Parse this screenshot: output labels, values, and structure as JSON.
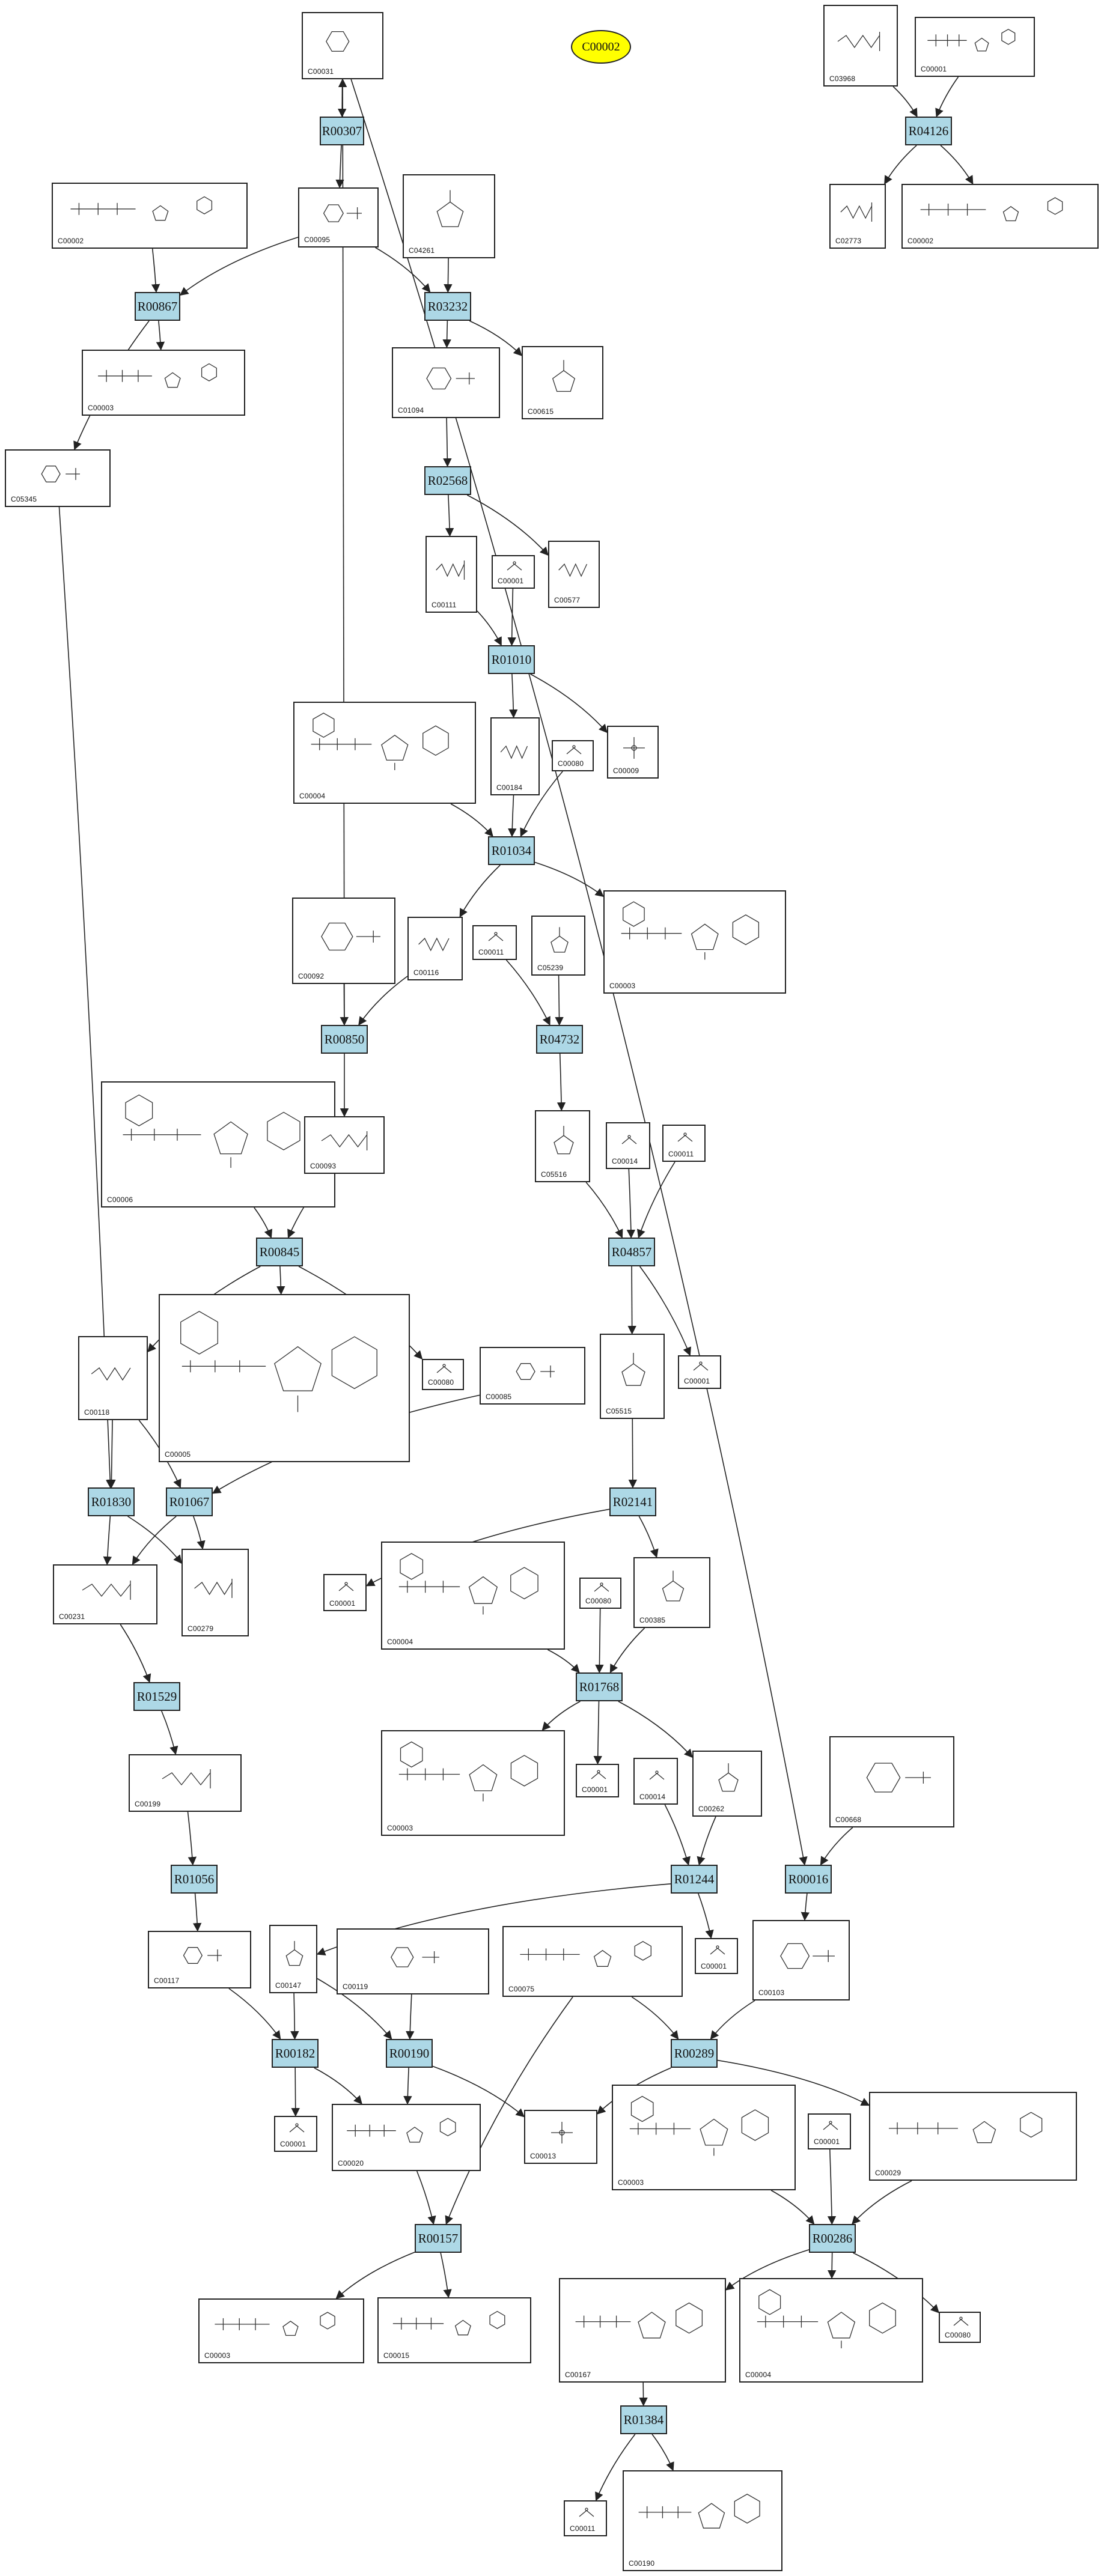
{
  "compounds": [
    {
      "id": "c_C00031_top",
      "label": "C00031",
      "mol": "sugar"
    },
    {
      "id": "c_C03968",
      "label": "C03968",
      "mol": "lipid"
    },
    {
      "id": "c_C00001_top",
      "label": "C00001",
      "mol": "nucleotide"
    },
    {
      "id": "c_C02773",
      "label": "C02773",
      "mol": "lipid"
    },
    {
      "id": "c_C00002_r",
      "label": "C00002",
      "mol": "nucleotide"
    },
    {
      "id": "c_C00002_l",
      "label": "C00002",
      "mol": "nucleotide"
    },
    {
      "id": "c_C00095",
      "label": "C00095",
      "mol": "sugarP"
    },
    {
      "id": "c_C04261",
      "label": "C04261",
      "mol": "peptide"
    },
    {
      "id": "c_C00003_a",
      "label": "C00003",
      "mol": "nucleotide"
    },
    {
      "id": "c_C01094",
      "label": "C01094",
      "mol": "sugarP"
    },
    {
      "id": "c_C00615",
      "label": "C00615",
      "mol": "peptide"
    },
    {
      "id": "c_C05345",
      "label": "C05345",
      "mol": "sugarP"
    },
    {
      "id": "c_C00111",
      "label": "C00111",
      "mol": "chainP"
    },
    {
      "id": "c_C00001_b",
      "label": "C00001",
      "mol": "water"
    },
    {
      "id": "c_C00577",
      "label": "C00577",
      "mol": "chain"
    },
    {
      "id": "c_C00004_a",
      "label": "C00004",
      "mol": "dinucleotide"
    },
    {
      "id": "c_C00184",
      "label": "C00184",
      "mol": "chain"
    },
    {
      "id": "c_C00080_a",
      "label": "C00080",
      "mol": "proton"
    },
    {
      "id": "c_C00009",
      "label": "C00009",
      "mol": "phosphate"
    },
    {
      "id": "c_C00092",
      "label": "C00092",
      "mol": "sugarP"
    },
    {
      "id": "c_C00116",
      "label": "C00116",
      "mol": "chain"
    },
    {
      "id": "c_C00011_a",
      "label": "C00011",
      "mol": "co2"
    },
    {
      "id": "c_C05239",
      "label": "C05239",
      "mol": "ring"
    },
    {
      "id": "c_C00003_b",
      "label": "C00003",
      "mol": "dinucleotide"
    },
    {
      "id": "c_C00006",
      "label": "C00006",
      "mol": "dinucleotide"
    },
    {
      "id": "c_C00093",
      "label": "C00093",
      "mol": "chainP"
    },
    {
      "id": "c_C05516",
      "label": "C05516",
      "mol": "ring"
    },
    {
      "id": "c_C00014_a",
      "label": "C00014",
      "mol": "ammonia"
    },
    {
      "id": "c_C00011_b",
      "label": "C00011",
      "mol": "co2"
    },
    {
      "id": "c_C00118",
      "label": "C00118",
      "mol": "chain"
    },
    {
      "id": "c_C00005",
      "label": "C00005",
      "mol": "dinucleotide"
    },
    {
      "id": "c_C00080_b",
      "label": "C00080",
      "mol": "proton"
    },
    {
      "id": "c_C00085",
      "label": "C00085",
      "mol": "sugarP"
    },
    {
      "id": "c_C05515",
      "label": "C05515",
      "mol": "ring"
    },
    {
      "id": "c_C00001_c",
      "label": "C00001",
      "mol": "water"
    },
    {
      "id": "c_C00231",
      "label": "C00231",
      "mol": "chainP"
    },
    {
      "id": "c_C00279",
      "label": "C00279",
      "mol": "chainP"
    },
    {
      "id": "c_C00001_d",
      "label": "C00001",
      "mol": "water"
    },
    {
      "id": "c_C00004_b",
      "label": "C00004",
      "mol": "dinucleotide"
    },
    {
      "id": "c_C00080_c",
      "label": "C00080",
      "mol": "proton"
    },
    {
      "id": "c_C00385",
      "label": "C00385",
      "mol": "ring"
    },
    {
      "id": "c_C00199",
      "label": "C00199",
      "mol": "chainP"
    },
    {
      "id": "c_C00003_c",
      "label": "C00003",
      "mol": "dinucleotide"
    },
    {
      "id": "c_C00001_e",
      "label": "C00001",
      "mol": "water"
    },
    {
      "id": "c_C00014_b",
      "label": "C00014",
      "mol": "ammonia"
    },
    {
      "id": "c_C00262",
      "label": "C00262",
      "mol": "ring"
    },
    {
      "id": "c_C00668",
      "label": "C00668",
      "mol": "sugarP"
    },
    {
      "id": "c_C00117",
      "label": "C00117",
      "mol": "sugarP"
    },
    {
      "id": "c_C00147",
      "label": "C00147",
      "mol": "ring"
    },
    {
      "id": "c_C00119",
      "label": "C00119",
      "mol": "sugarP"
    },
    {
      "id": "c_C00075",
      "label": "C00075",
      "mol": "nucleotide"
    },
    {
      "id": "c_C00001_f",
      "label": "C00001",
      "mol": "water"
    },
    {
      "id": "c_C00103",
      "label": "C00103",
      "mol": "sugarP"
    },
    {
      "id": "c_C00001_g",
      "label": "C00001",
      "mol": "water"
    },
    {
      "id": "c_C00020",
      "label": "C00020",
      "mol": "nucleotide"
    },
    {
      "id": "c_C00013",
      "label": "C00013",
      "mol": "phosphate"
    },
    {
      "id": "c_C00003_d",
      "label": "C00003",
      "mol": "dinucleotide"
    },
    {
      "id": "c_C00001_h",
      "label": "C00001",
      "mol": "water"
    },
    {
      "id": "c_C00029",
      "label": "C00029",
      "mol": "nucleotide"
    },
    {
      "id": "c_C00167",
      "label": "C00167",
      "mol": "nucleotide"
    },
    {
      "id": "c_C00004_c",
      "label": "C00004",
      "mol": "dinucleotide"
    },
    {
      "id": "c_C00080_d",
      "label": "C00080",
      "mol": "proton"
    },
    {
      "id": "c_C00003_e",
      "label": "C00003",
      "mol": "nucleotide"
    },
    {
      "id": "c_C00015",
      "label": "C00015",
      "mol": "nucleotide"
    },
    {
      "id": "c_C00011_c",
      "label": "C00011",
      "mol": "co2"
    },
    {
      "id": "c_C00190",
      "label": "C00190",
      "mol": "nucleotide"
    }
  ],
  "reactions": [
    {
      "id": "r_R00307",
      "label": "R00307"
    },
    {
      "id": "r_R04126",
      "label": "R04126"
    },
    {
      "id": "r_R00867",
      "label": "R00867"
    },
    {
      "id": "r_R03232",
      "label": "R03232"
    },
    {
      "id": "r_R02568",
      "label": "R02568"
    },
    {
      "id": "r_R01010",
      "label": "R01010"
    },
    {
      "id": "r_R01034",
      "label": "R01034"
    },
    {
      "id": "r_R00850",
      "label": "R00850"
    },
    {
      "id": "r_R04732",
      "label": "R04732"
    },
    {
      "id": "r_R00845",
      "label": "R00845"
    },
    {
      "id": "r_R04857",
      "label": "R04857"
    },
    {
      "id": "r_R01830",
      "label": "R01830"
    },
    {
      "id": "r_R01067",
      "label": "R01067"
    },
    {
      "id": "r_R02141",
      "label": "R02141"
    },
    {
      "id": "r_R01768",
      "label": "R01768"
    },
    {
      "id": "r_R01529",
      "label": "R01529"
    },
    {
      "id": "r_R01056",
      "label": "R01056"
    },
    {
      "id": "r_R01244",
      "label": "R01244"
    },
    {
      "id": "r_R00016",
      "label": "R00016"
    },
    {
      "id": "r_R00182",
      "label": "R00182"
    },
    {
      "id": "r_R00190",
      "label": "R00190"
    },
    {
      "id": "r_R00289",
      "label": "R00289"
    },
    {
      "id": "r_R00157",
      "label": "R00157"
    },
    {
      "id": "r_R00286",
      "label": "R00286"
    },
    {
      "id": "r_R01384",
      "label": "R01384"
    }
  ],
  "highlight": {
    "id": "e_C00002",
    "label": "C00002",
    "fill": "#ffff00"
  },
  "colors": {
    "reaction_fill": "#add8e6",
    "stroke": "#222222"
  },
  "edges": [
    [
      "c_C00031_top",
      "r_R00307"
    ],
    [
      "r_R00307",
      "c_C00095"
    ],
    [
      "c_C03968",
      "r_R04126"
    ],
    [
      "c_C00001_top",
      "r_R04126"
    ],
    [
      "r_R04126",
      "c_C02773"
    ],
    [
      "r_R04126",
      "c_C00002_r"
    ],
    [
      "c_C00002_l",
      "r_R00867"
    ],
    [
      "c_C00095",
      "r_R00867"
    ],
    [
      "r_R00867",
      "c_C00003_a"
    ],
    [
      "r_R00867",
      "c_C05345"
    ],
    [
      "c_C00095",
      "r_R03232"
    ],
    [
      "c_C04261",
      "r_R03232"
    ],
    [
      "r_R03232",
      "c_C01094"
    ],
    [
      "r_R03232",
      "c_C00615"
    ],
    [
      "c_C01094",
      "r_R02568"
    ],
    [
      "r_R02568",
      "c_C00111"
    ],
    [
      "r_R02568",
      "c_C00577"
    ],
    [
      "c_C00111",
      "r_R01010"
    ],
    [
      "c_C00001_b",
      "r_R01010"
    ],
    [
      "r_R01010",
      "c_C00184"
    ],
    [
      "r_R01010",
      "c_C00009"
    ],
    [
      "c_C00004_a",
      "r_R01034"
    ],
    [
      "c_C00184",
      "r_R01034"
    ],
    [
      "c_C00080_a",
      "r_R01034"
    ],
    [
      "r_R01034",
      "c_C00116"
    ],
    [
      "r_R01034",
      "c_C00003_b"
    ],
    [
      "c_C00092",
      "r_R00850"
    ],
    [
      "c_C00116",
      "r_R00850"
    ],
    [
      "r_R00850",
      "c_C00093"
    ],
    [
      "r_R00850",
      "c_C00031_top"
    ],
    [
      "c_C00011_a",
      "r_R04732"
    ],
    [
      "c_C05239",
      "r_R04732"
    ],
    [
      "r_R04732",
      "c_C05516"
    ],
    [
      "c_C00006",
      "r_R00845"
    ],
    [
      "c_C00093",
      "r_R00845"
    ],
    [
      "r_R00845",
      "c_C00118"
    ],
    [
      "r_R00845",
      "c_C00005"
    ],
    [
      "r_R00845",
      "c_C00080_b"
    ],
    [
      "c_C05516",
      "r_R04857"
    ],
    [
      "c_C00014_a",
      "r_R04857"
    ],
    [
      "c_C00011_b",
      "r_R04857"
    ],
    [
      "r_R04857",
      "c_C05515"
    ],
    [
      "r_R04857",
      "c_C00001_c"
    ],
    [
      "c_C05345",
      "r_R01830"
    ],
    [
      "c_C00118",
      "r_R01830"
    ],
    [
      "r_R01830",
      "c_C00231"
    ],
    [
      "r_R01830",
      "c_C00279"
    ],
    [
      "c_C00118",
      "r_R01067"
    ],
    [
      "c_C00085",
      "r_R01067"
    ],
    [
      "r_R01067",
      "c_C00231"
    ],
    [
      "r_R01067",
      "c_C00279"
    ],
    [
      "c_C05515",
      "r_R02141"
    ],
    [
      "r_R02141",
      "c_C00001_d"
    ],
    [
      "r_R02141",
      "c_C00385"
    ],
    [
      "c_C00004_b",
      "r_R01768"
    ],
    [
      "c_C00080_c",
      "r_R01768"
    ],
    [
      "c_C00385",
      "r_R01768"
    ],
    [
      "r_R01768",
      "c_C00003_c"
    ],
    [
      "r_R01768",
      "c_C00001_e"
    ],
    [
      "r_R01768",
      "c_C00262"
    ],
    [
      "c_C00231",
      "r_R01529"
    ],
    [
      "r_R01529",
      "c_C00199"
    ],
    [
      "c_C00199",
      "r_R01056"
    ],
    [
      "r_R01056",
      "c_C00117"
    ],
    [
      "c_C00014_b",
      "r_R01244"
    ],
    [
      "c_C00262",
      "r_R01244"
    ],
    [
      "r_R01244",
      "c_C00147"
    ],
    [
      "r_R01244",
      "c_C00001_f"
    ],
    [
      "c_C00031_top",
      "r_R00016"
    ],
    [
      "c_C00668",
      "r_R00016"
    ],
    [
      "r_R00016",
      "c_C00103"
    ],
    [
      "c_C00117",
      "r_R00182"
    ],
    [
      "c_C00147",
      "r_R00182"
    ],
    [
      "r_R00182",
      "c_C00001_g"
    ],
    [
      "r_R00182",
      "c_C00020"
    ],
    [
      "c_C00147",
      "r_R00190"
    ],
    [
      "c_C00119",
      "r_R00190"
    ],
    [
      "r_R00190",
      "c_C00020"
    ],
    [
      "r_R00190",
      "c_C00013"
    ],
    [
      "c_C00075",
      "r_R00289"
    ],
    [
      "c_C00103",
      "r_R00289"
    ],
    [
      "r_R00289",
      "c_C00013"
    ],
    [
      "r_R00289",
      "c_C00029"
    ],
    [
      "c_C00020",
      "r_R00157"
    ],
    [
      "c_C00075",
      "r_R00157"
    ],
    [
      "r_R00157",
      "c_C00003_e"
    ],
    [
      "r_R00157",
      "c_C00015"
    ],
    [
      "c_C00003_d",
      "r_R00286"
    ],
    [
      "c_C00001_h",
      "r_R00286"
    ],
    [
      "c_C00029",
      "r_R00286"
    ],
    [
      "r_R00286",
      "c_C00167"
    ],
    [
      "r_R00286",
      "c_C00004_c"
    ],
    [
      "r_R00286",
      "c_C00080_d"
    ],
    [
      "c_C00167",
      "r_R01384"
    ],
    [
      "r_R01384",
      "c_C00011_c"
    ],
    [
      "r_R01384",
      "c_C00190"
    ]
  ]
}
